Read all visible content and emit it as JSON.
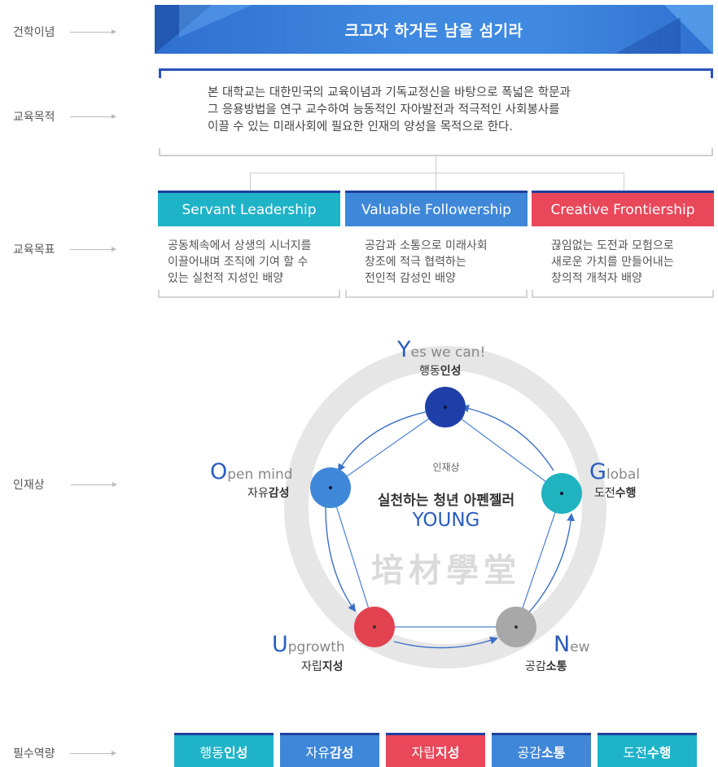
{
  "rows": {
    "founding": "건학이념",
    "purpose": "교육목적",
    "goals": "교육목표",
    "talent": "인재상",
    "competency": "필수역량"
  },
  "founding_motto": "크고자 하거든 남을 섬기라",
  "purpose_lines": [
    "본 대학교는 대한민국의 교육이념과 기독교정신을 바탕으로 폭넓은 학문과",
    "그 응용방법을 연구 교수하여 능동적인 자아발전과 적극적인 사회봉사를",
    "이끌 수 있는 미래사회에 필요한 인재의 양성을 목적으로 한다."
  ],
  "goals": [
    {
      "title": "Servant Leadership",
      "color": "#1fb3c8",
      "desc": [
        "공동체속에서 상생의 시너지를",
        "이끌어내며 조직에 기여 할 수",
        "있는 실천적 지성인 배양"
      ]
    },
    {
      "title": "Valuable Followership",
      "color": "#3f87d8",
      "desc": [
        "공감과 소통으로 미래사회",
        "창조에 적극 협력하는",
        "전인적 감성인 배양"
      ]
    },
    {
      "title": "Creative Frontiership",
      "color": "#e8485a",
      "desc": [
        "끊임없는 도전과 모험으로",
        "새로운 가치를 만들어내는",
        "창의적 개척자 배양"
      ]
    }
  ],
  "talent": {
    "center_label": "인재상",
    "center_title": "실천하는 청년 아펜젤러",
    "center_acronym": "YOUNG",
    "watermark": "培材學堂",
    "nodes": [
      {
        "letter": "Y",
        "rest": "es we can!",
        "sub_plain": "행동",
        "sub_bold": "인성",
        "color": "#1f3fa8"
      },
      {
        "letter": "O",
        "rest": "pen mind",
        "sub_plain": "자유",
        "sub_bold": "감성",
        "color": "#3f87d8"
      },
      {
        "letter": "U",
        "rest": "pgrowth",
        "sub_plain": "자립",
        "sub_bold": "지성",
        "color": "#e24250"
      },
      {
        "letter": "N",
        "rest": "ew",
        "sub_plain": "공감",
        "sub_bold": "소통",
        "color": "#a8a8a8"
      },
      {
        "letter": "G",
        "rest": "lobal",
        "sub_plain": "도전",
        "sub_bold": "수행",
        "color": "#1fb3bf"
      }
    ]
  },
  "competencies": [
    {
      "plain": "행동",
      "bold": "인성",
      "color": "#1fb3c8"
    },
    {
      "plain": "자유",
      "bold": "감성",
      "color": "#3f87d8"
    },
    {
      "plain": "자립",
      "bold": "지성",
      "color": "#e8485a"
    },
    {
      "plain": "공감",
      "bold": "소통",
      "color": "#3f87d8"
    },
    {
      "plain": "도전",
      "bold": "수행",
      "color": "#1fb3c8"
    }
  ]
}
